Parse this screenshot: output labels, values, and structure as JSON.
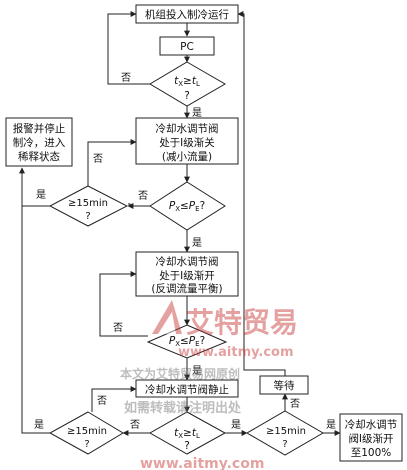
{
  "nodes": {
    "start": "机组投入制冷运行",
    "pc": "PC",
    "d1": {
      "l1": "t",
      "l1sub": "X",
      "op": "≥",
      "l2": "t",
      "l2sub": "L",
      "q": "?"
    },
    "p1": [
      "冷却水调节阀",
      "处于Ⅰ级渐关",
      "(减小流量)"
    ],
    "alarm": [
      "报警并停止",
      "制冷，进入",
      "稀释状态"
    ],
    "d2": [
      "≥15min",
      "?"
    ],
    "d3": {
      "a": "P",
      "asub": "X",
      "op": "≤",
      "b": "P",
      "bsub": "E",
      "q": "?"
    },
    "p2": [
      "冷却水调节阀",
      "处于Ⅰ级渐开",
      "(反调流量平衡)"
    ],
    "d4": {
      "a": "P",
      "asub": "X",
      "op": "≤",
      "b": "P",
      "bsub": "E",
      "q": "?"
    },
    "p3": "冷却水调节阀静止",
    "wait": "等待",
    "d5": [
      "≥15min",
      "?"
    ],
    "d6": {
      "a": "t",
      "asub": "X",
      "op": "≥",
      "b": "t",
      "bsub": "L",
      "q": "?"
    },
    "d7": [
      "≥15min",
      "?"
    ],
    "p4": [
      "冷却水调节",
      "阀Ⅰ级渐开",
      "至100%"
    ]
  },
  "labels": {
    "yes": "是",
    "no": "否"
  },
  "watermark": {
    "brand": "艾特贸易",
    "url": "www.aitmy.com",
    "line1": "本文为艾特贸易网原创",
    "line2": "如需转载请注明出处",
    "url2": "www.aitmy.com"
  }
}
